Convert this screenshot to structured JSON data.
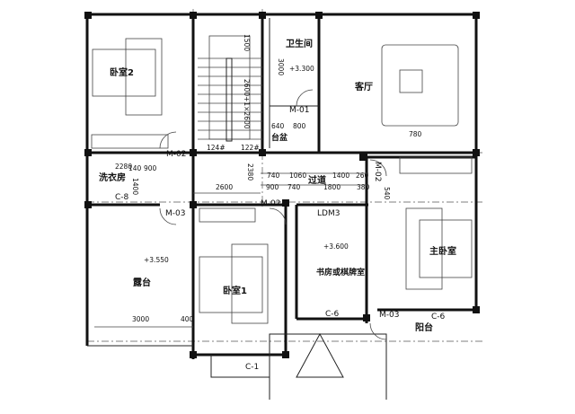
{
  "rooms": {
    "bedroom2": "卧室2",
    "bathroom": "卫生间",
    "living": "客厅",
    "laundry": "洗衣房",
    "corridor": "过道",
    "terrace": "露台",
    "bedroom1": "卧室1",
    "study": "书房或棋牌室",
    "master": "主卧室",
    "balcony": "阳台",
    "basin": "台盆"
  },
  "elevations": {
    "bath": "+3.300",
    "terrace": "+3.550",
    "study": "+3.600"
  },
  "tags": {
    "m01": "M-01",
    "m02a": "M-02",
    "m02b": "M-02",
    "m02c": "M-02",
    "m03a": "M-03",
    "m03b": "M-03",
    "c8": "C-8",
    "c6a": "C-6",
    "c6b": "C-6",
    "c1": "C-1",
    "ldm3": "LDM3",
    "step124": "124#",
    "step122": "122#"
  },
  "dims": {
    "d1500": "1500",
    "d3000v": "3000",
    "stair": "2600+1×2600",
    "d640": "640",
    "d800": "800",
    "d780": "780",
    "d2280": "2280",
    "d140": "140",
    "d900a": "900",
    "d1400v": "1400",
    "d2380": "2380",
    "d2600": "2600",
    "d740a": "740",
    "d1060": "1060",
    "d1400": "1400",
    "d260": "260",
    "d900b": "900",
    "d740b": "740",
    "d1800": "1800",
    "d380": "380",
    "d540": "540",
    "d3000": "3000",
    "d400": "400"
  }
}
